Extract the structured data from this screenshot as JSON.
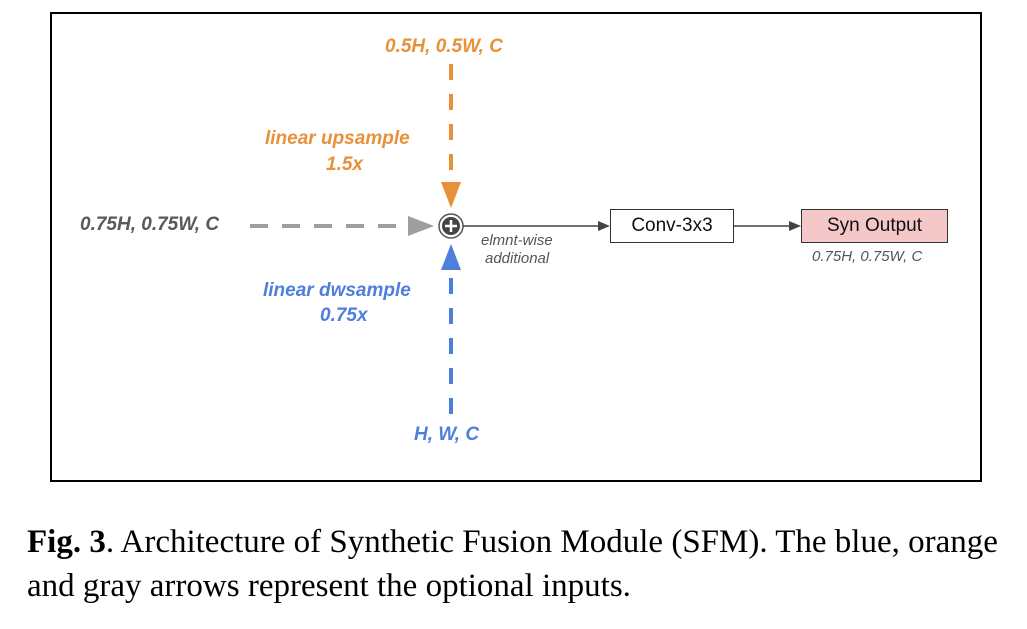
{
  "diagram": {
    "top_input": "0.5H, 0.5W, C",
    "upsample_label_1": "linear upsample",
    "upsample_label_2": "1.5x",
    "left_input": "0.75H, 0.75W, C",
    "dwsample_label_1": "linear dwsample",
    "dwsample_label_2": "0.75x",
    "bottom_input": "H, W, C",
    "elmnt_label_1": "elmnt-wise",
    "elmnt_label_2": "additional",
    "conv_box": "Conv-3x3",
    "output_box": "Syn Output",
    "output_size": "0.75H, 0.75W, C",
    "colors": {
      "orange": "#e8913a",
      "blue": "#4f7fdc",
      "gray": "#9e9e9e",
      "output_fill": "#f4c7c9"
    }
  },
  "caption": {
    "fig_label": "Fig. 3",
    "text": ". Architecture of Synthetic Fusion Module (SFM). The blue, orange and gray arrows represent the optional inputs."
  }
}
